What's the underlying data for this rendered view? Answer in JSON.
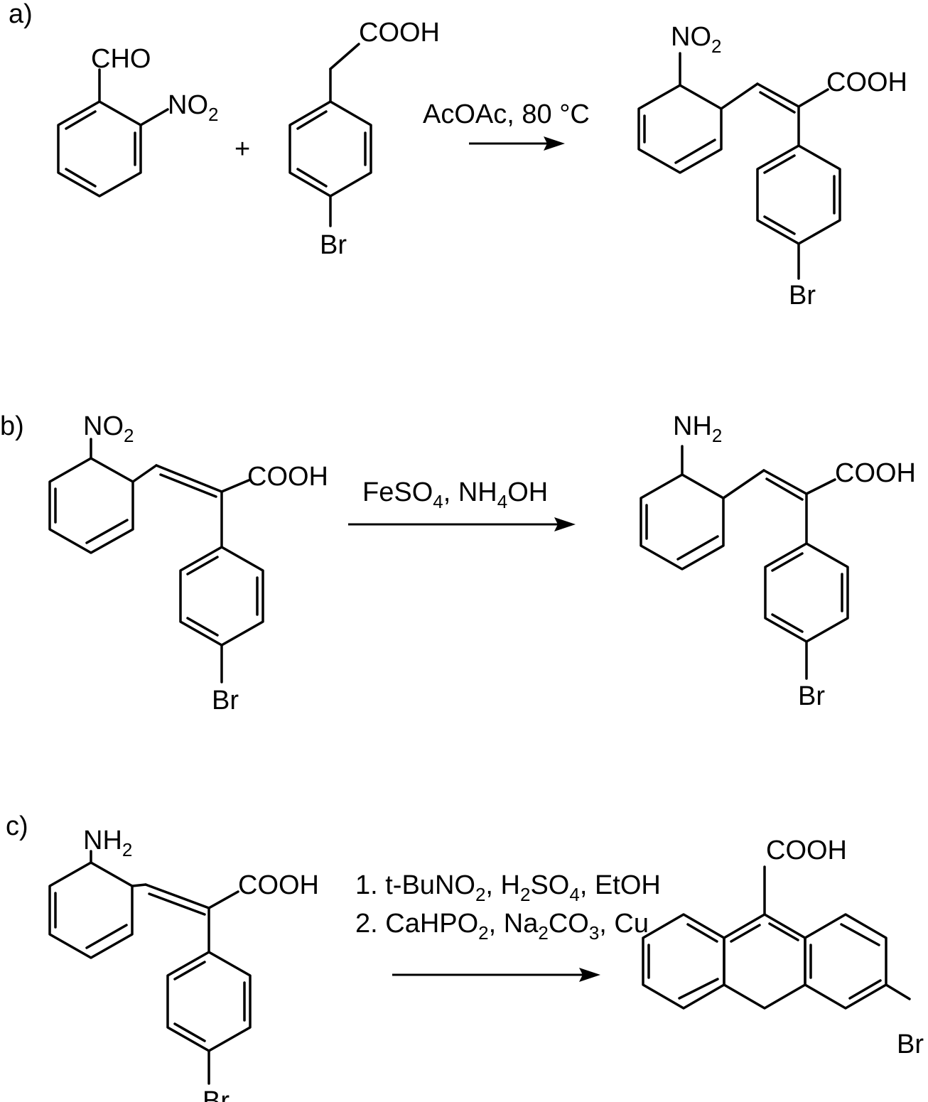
{
  "parts": [
    {
      "label": "a)",
      "reagents": [
        "AcOAc, 80 °C"
      ]
    },
    {
      "label": "b)",
      "reagents": [
        "FeSO4, NH4OH"
      ]
    },
    {
      "label": "c)",
      "reagents": [
        "1. t-BuNO2, H2SO4, EtOH",
        "2. CaHPO2, Na2CO3, Cu"
      ]
    }
  ],
  "atoms": {
    "cho": "CHO",
    "cooh": "COOH",
    "br": "Br",
    "no": "NO",
    "nh": "NH",
    "sub2": "2",
    "plus": "+"
  },
  "reagent_text": {
    "a1": "AcOAc, 80 °C",
    "b_fe": "FeSO",
    "b_4": "4",
    "b_nh": ", NH",
    "b_4b": "4",
    "b_oh": "OH",
    "c1_a": "1. t-BuNO",
    "c1_2": "2",
    "c1_b": ", H",
    "c1_2b": "2",
    "c1_c": "SO",
    "c1_4": "4",
    "c1_d": ", EtOH",
    "c2_a": "2. CaHPO",
    "c2_2": "2",
    "c2_b": ", Na",
    "c2_2b": "2",
    "c2_c": "CO",
    "c2_3": "3",
    "c2_d": ", Cu"
  }
}
